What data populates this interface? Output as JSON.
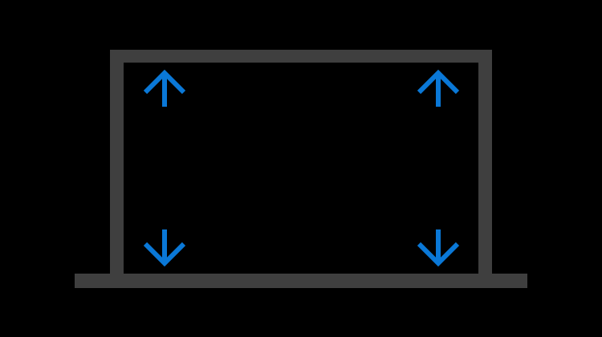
{
  "illustration": {
    "subject": "laptop-screen-with-arrows",
    "colors": {
      "background": "#000000",
      "frame": "#3f3f3f",
      "arrow": "#0a78d7"
    },
    "icons": [
      {
        "name": "arrow-up-icon",
        "position": "top-left"
      },
      {
        "name": "arrow-up-icon",
        "position": "top-right"
      },
      {
        "name": "arrow-down-icon",
        "position": "bottom-left"
      },
      {
        "name": "arrow-down-icon",
        "position": "bottom-right"
      }
    ]
  }
}
